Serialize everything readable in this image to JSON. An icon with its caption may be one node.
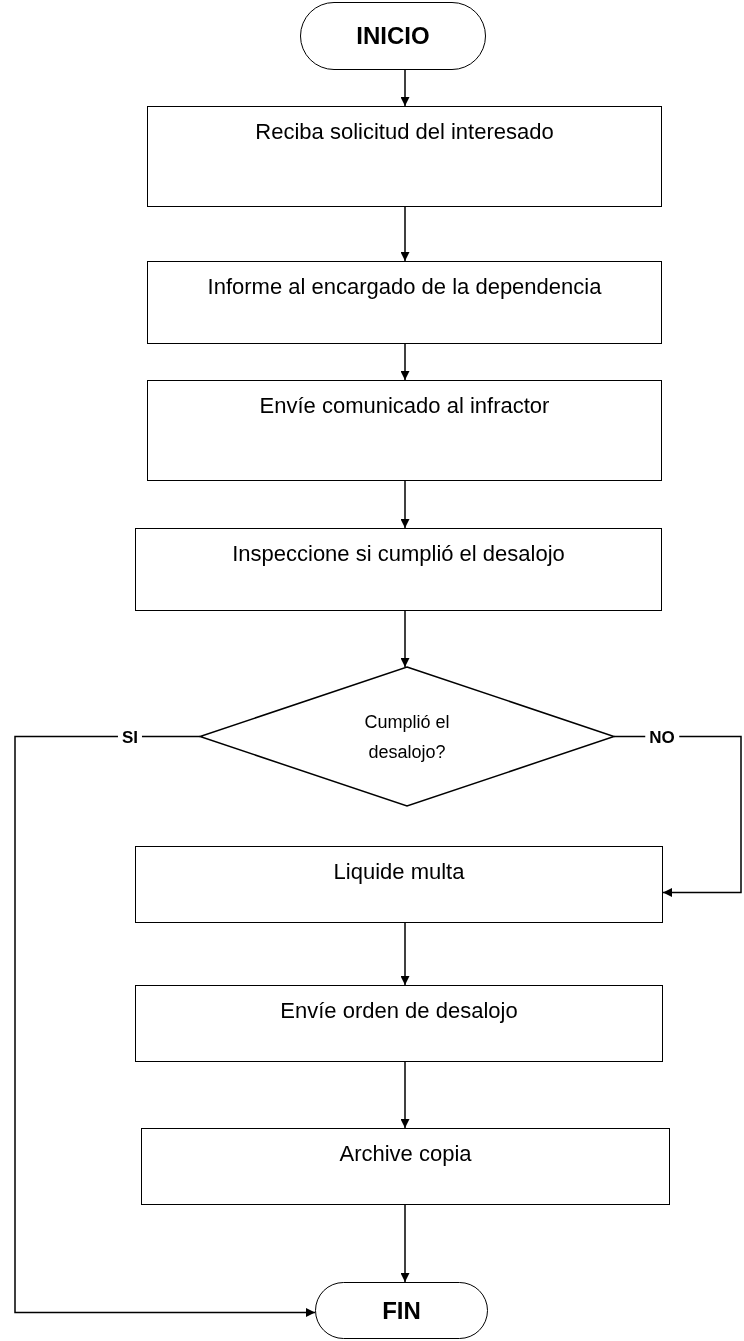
{
  "diagram": {
    "nodes": [
      {
        "text": [
          "INICIO"
        ]
      },
      {
        "text": [
          "Reciba solicitud del interesado"
        ]
      },
      {
        "text": [
          "Informe al encargado de la dependencia"
        ]
      },
      {
        "text": [
          "Envíe comunicado al infractor"
        ]
      },
      {
        "text": [
          "Inspeccione si cumplió el desalojo"
        ]
      },
      {
        "text": [
          "Cumplió el desalojo?"
        ]
      },
      {
        "text": [
          "Liquide multa"
        ]
      },
      {
        "text": [
          "Envíe orden de desalojo"
        ]
      },
      {
        "text": [
          "Archive copia"
        ]
      },
      {
        "text": [
          "FIN"
        ]
      }
    ],
    "edges": [
      {
        "from": 0,
        "to": 1,
        "arrow": "to"
      },
      {
        "from": 1,
        "to": 2,
        "arrow": "to"
      },
      {
        "from": 2,
        "to": 3,
        "arrow": "to"
      },
      {
        "from": 3,
        "to": 4,
        "arrow": "to"
      },
      {
        "from": 4,
        "to": 5,
        "arrow": "to"
      },
      {
        "from": 5,
        "to": 9,
        "arrow": "to",
        "label": "SI"
      },
      {
        "from": 5,
        "to": 6,
        "arrow": "to",
        "label": "NO"
      },
      {
        "from": 6,
        "to": 7,
        "arrow": "to"
      },
      {
        "from": 7,
        "to": 8,
        "arrow": "to"
      },
      {
        "from": 8,
        "to": 9,
        "arrow": "to"
      }
    ]
  }
}
